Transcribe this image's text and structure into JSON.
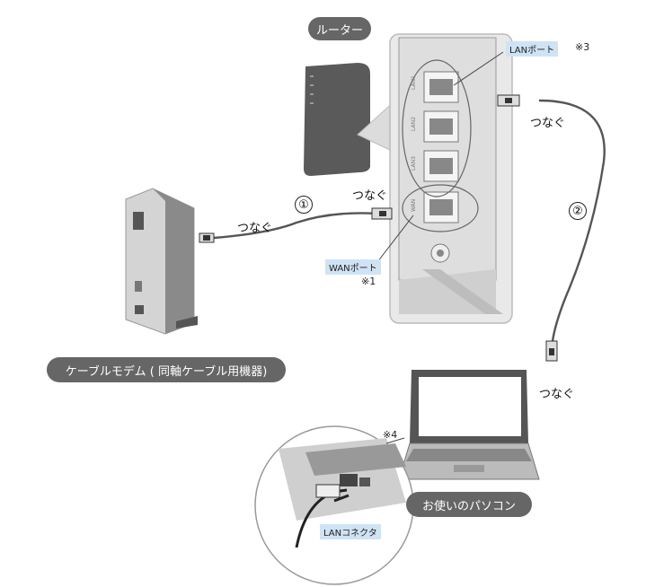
{
  "labels": {
    "router": "ルーター",
    "modem": "ケーブルモデム ( 同軸ケーブル用機器)",
    "pc": "お使いのパソコン",
    "lan_port": "LANポート",
    "wan_port": "WANポート",
    "lan_connector": "LANコネクタ",
    "connect": "つなぐ"
  },
  "notes": {
    "n1": "※1",
    "n3": "※3",
    "n4": "※4"
  },
  "steps": {
    "s1": "①",
    "s2": "②"
  },
  "port_labels": [
    "LAN1",
    "LAN2",
    "LAN3",
    "WAN"
  ],
  "colors": {
    "pill_bg": "#666666",
    "tag_bg": "#cfe3f4",
    "cable": "#555555",
    "device_dark": "#5a5a5a",
    "device_light": "#d4d4d4"
  }
}
